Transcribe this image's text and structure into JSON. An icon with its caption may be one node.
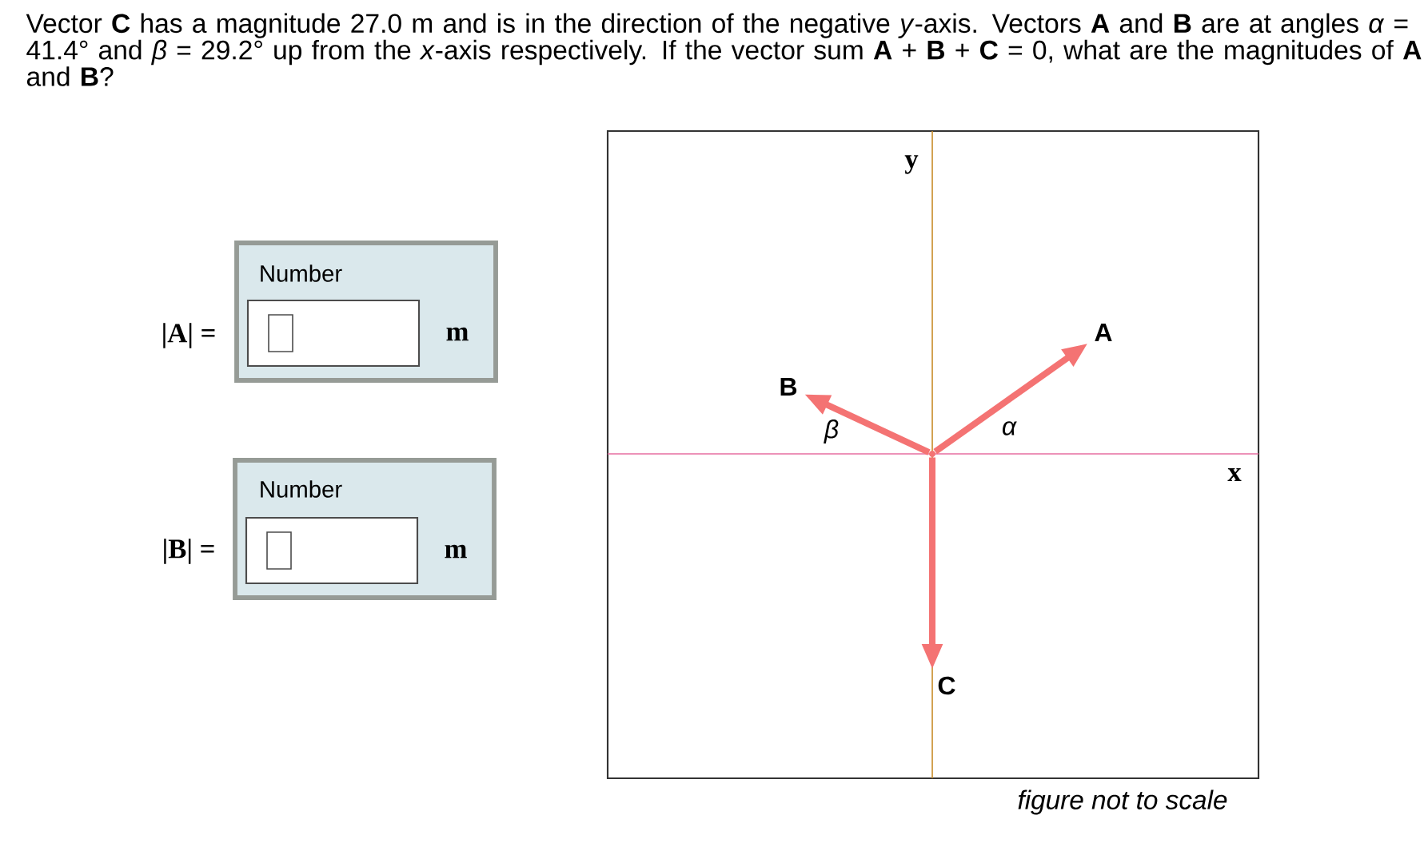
{
  "diagram": {
    "nodes": [
      {
        "text": [],
        "shape": "point"
      },
      {
        "text": [
          "A"
        ]
      },
      {
        "text": [
          "B"
        ]
      },
      {
        "text": [
          "C"
        ]
      }
    ],
    "edges": [
      {
        "from": 0,
        "to": 1,
        "arrow": "to"
      },
      {
        "from": 0,
        "to": 2,
        "arrow": "to"
      },
      {
        "from": 0,
        "to": 3,
        "arrow": "to"
      }
    ],
    "labels": [
      "Vector **C** has a magnitude 27.0 m and is in the direction of the negative *y*-axis. Vectors **A** and **B** are at angles *α* = 41.4° and *β* = 29.2° up from the *x*-axis respectively. If the vector sum **A** + **B** + **C** = 0, what are the magnitudes of **A** and **B**?",
      "y",
      "Number",
      "|**A**| =",
      "m",
      "β",
      "α",
      "x",
      "Number",
      "|**B**| =",
      "m",
      "figure not to scale"
    ]
  }
}
